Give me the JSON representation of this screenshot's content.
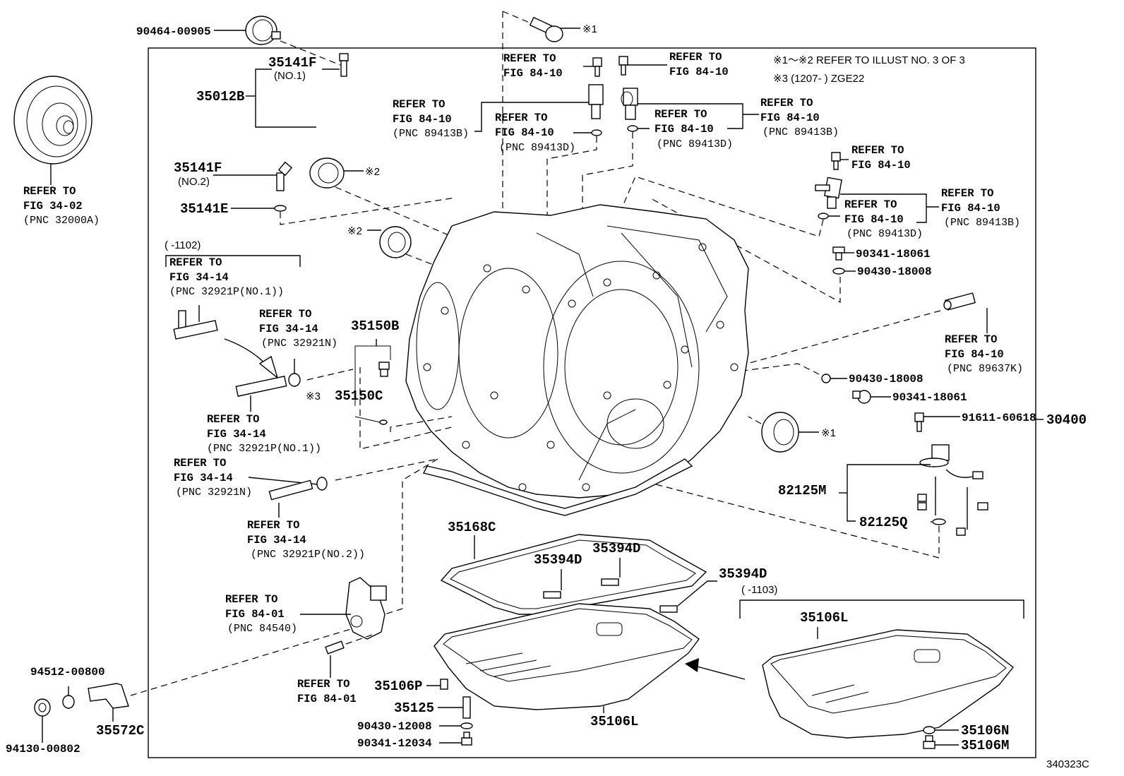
{
  "diagram": {
    "illustration_id": "340323C",
    "notes": {
      "line1": "※1～※2 REFER TO ILLUST NO. 3 OF 3",
      "line2": "※3 (1207-        ) ZGE22"
    },
    "assembly_label": "30400",
    "labels": {
      "p90464_00905": "90464-00905",
      "p35141F_1": "35141F",
      "p35141F_1_sub": "(NO.1)",
      "p35012B": "35012B",
      "p35141F_2": "35141F",
      "p35141F_2_sub": "(NO.2)",
      "p35141E": "35141E",
      "mark2_a": "※2",
      "mark2_b": "※2",
      "mark1_top": "※1",
      "mark1_seal": "※1",
      "p35150B": "35150B",
      "p35150C": "35150C",
      "mark3": "※3",
      "p90341_18061_a": "90341-18061",
      "p90430_18008_a": "90430-18008",
      "p90430_18008_b": "90430-18008",
      "p90341_18061_b": "90341-18061",
      "p91611_60618": "91611-60618",
      "p82125M": "82125M",
      "p82125Q": "82125Q",
      "p35168C": "35168C",
      "p35394D_a": "35394D",
      "p35394D_b": "35394D",
      "p35394D_c": "35394D",
      "p35106L_a": "35106L",
      "p35106L_b": "35106L",
      "p35106P": "35106P",
      "p35125": "35125",
      "p90430_12008": "90430-12008",
      "p90341_12034": "90341-12034",
      "p35106N": "35106N",
      "p35106M": "35106M",
      "p35572C": "35572C",
      "p94512_00800": "94512-00800",
      "p94130_00802": "94130-00802",
      "range_1102": "(       -1102)",
      "range_1103": "(        -1103)"
    },
    "refs": {
      "torque_converter": {
        "l1": "REFER TO",
        "l2": "FIG 34-02",
        "l3": "(PNC 32000A)"
      },
      "bolt_top_left": {
        "l1": "REFER TO",
        "l2": "FIG 84-10"
      },
      "bolt_top_right": {
        "l1": "REFER TO",
        "l2": "FIG 84-10"
      },
      "sensor_left_b": {
        "l1": "REFER TO",
        "l2": "FIG 84-10",
        "l3": "(PNC 89413B)"
      },
      "oring_left_d": {
        "l1": "REFER TO",
        "l2": "FIG 84-10",
        "l3": "(PNC 89413D)"
      },
      "oring_right_d": {
        "l1": "REFER TO",
        "l2": "FIG 84-10",
        "l3": "(PNC 89413D)"
      },
      "sensor_right_b": {
        "l1": "REFER TO",
        "l2": "FIG 84-10",
        "l3": "(PNC 89413B)"
      },
      "bolt_side": {
        "l1": "REFER TO",
        "l2": "FIG 84-10"
      },
      "oring_side_d": {
        "l1": "REFER TO",
        "l2": "FIG 84-10",
        "l3": "(PNC 89413D)"
      },
      "sensor_side_b": {
        "l1": "REFER TO",
        "l2": "FIG 84-10",
        "l3": "(PNC 89413B)"
      },
      "speed_sensor": {
        "l1": "REFER TO",
        "l2": "FIG 84-10",
        "l3": "(PNC 89637K)"
      },
      "union_elbow": {
        "l1": "REFER TO",
        "l2": "FIG 34-14",
        "l3": "(PNC 32921P(NO.1))"
      },
      "oring_32921N_a": {
        "l1": "REFER TO",
        "l2": "FIG 34-14",
        "l3": "(PNC 32921N)"
      },
      "union_no1": {
        "l1": "REFER TO",
        "l2": "FIG 34-14",
        "l3": "(PNC 32921P(NO.1))"
      },
      "oring_32921N_b": {
        "l1": "REFER TO",
        "l2": "FIG 34-14",
        "l3": "(PNC 32921N)"
      },
      "union_no2": {
        "l1": "REFER TO",
        "l2": "FIG 34-14",
        "l3": "(PNC 32921P(NO.2))"
      },
      "neutral_switch": {
        "l1": "REFER TO",
        "l2": "FIG 84-01",
        "l3": "(PNC 84540)"
      },
      "switch_bolt": {
        "l1": "REFER TO",
        "l2": "FIG 84-01"
      }
    }
  }
}
